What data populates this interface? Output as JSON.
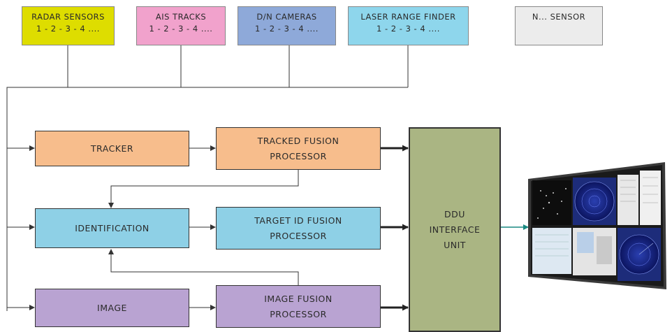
{
  "colors": {
    "radar": "#dedd00",
    "ais": "#f1a2cc",
    "cameras": "#8ea9d9",
    "laser": "#8ed6ec",
    "n_sensor": "#ececec",
    "tracker": "#f7bd8c",
    "identification": "#8ed0e6",
    "image": "#b9a3d2",
    "ddu": "#aab583",
    "connector": "#333333",
    "output_arrow": "#1a8a82"
  },
  "sensors": [
    {
      "line1": "RADAR SENSORS",
      "line2": "1 - 2 - 3 - 4 ...."
    },
    {
      "line1": "AIS TRACKS",
      "line2": "1 - 2 - 3 - 4 ...."
    },
    {
      "line1": "D/N CAMERAS",
      "line2": "1 - 2 - 3 - 4 ...."
    },
    {
      "line1": "LASER RANGE FINDER",
      "line2": "1 - 2 - 3 - 4 ...."
    },
    {
      "line1": "N... SENSOR",
      "line2": ""
    }
  ],
  "stages": {
    "tracker": "TRACKER",
    "identification": "IDENTIFICATION",
    "image": "IMAGE"
  },
  "processors": {
    "tracked_fusion": {
      "line1": "TRACKED FUSION",
      "line2": "PROCESSOR"
    },
    "target_id_fusion": {
      "line1": "TARGET ID FUSION",
      "line2": "PROCESSOR"
    },
    "image_fusion": {
      "line1": "IMAGE FUSION",
      "line2": "PROCESSOR"
    }
  },
  "ddu": {
    "line1": "DDU",
    "line2": "INTERFACE",
    "line3": "UNIT"
  },
  "display_wall": {
    "icon": "video-wall-display-icon"
  }
}
